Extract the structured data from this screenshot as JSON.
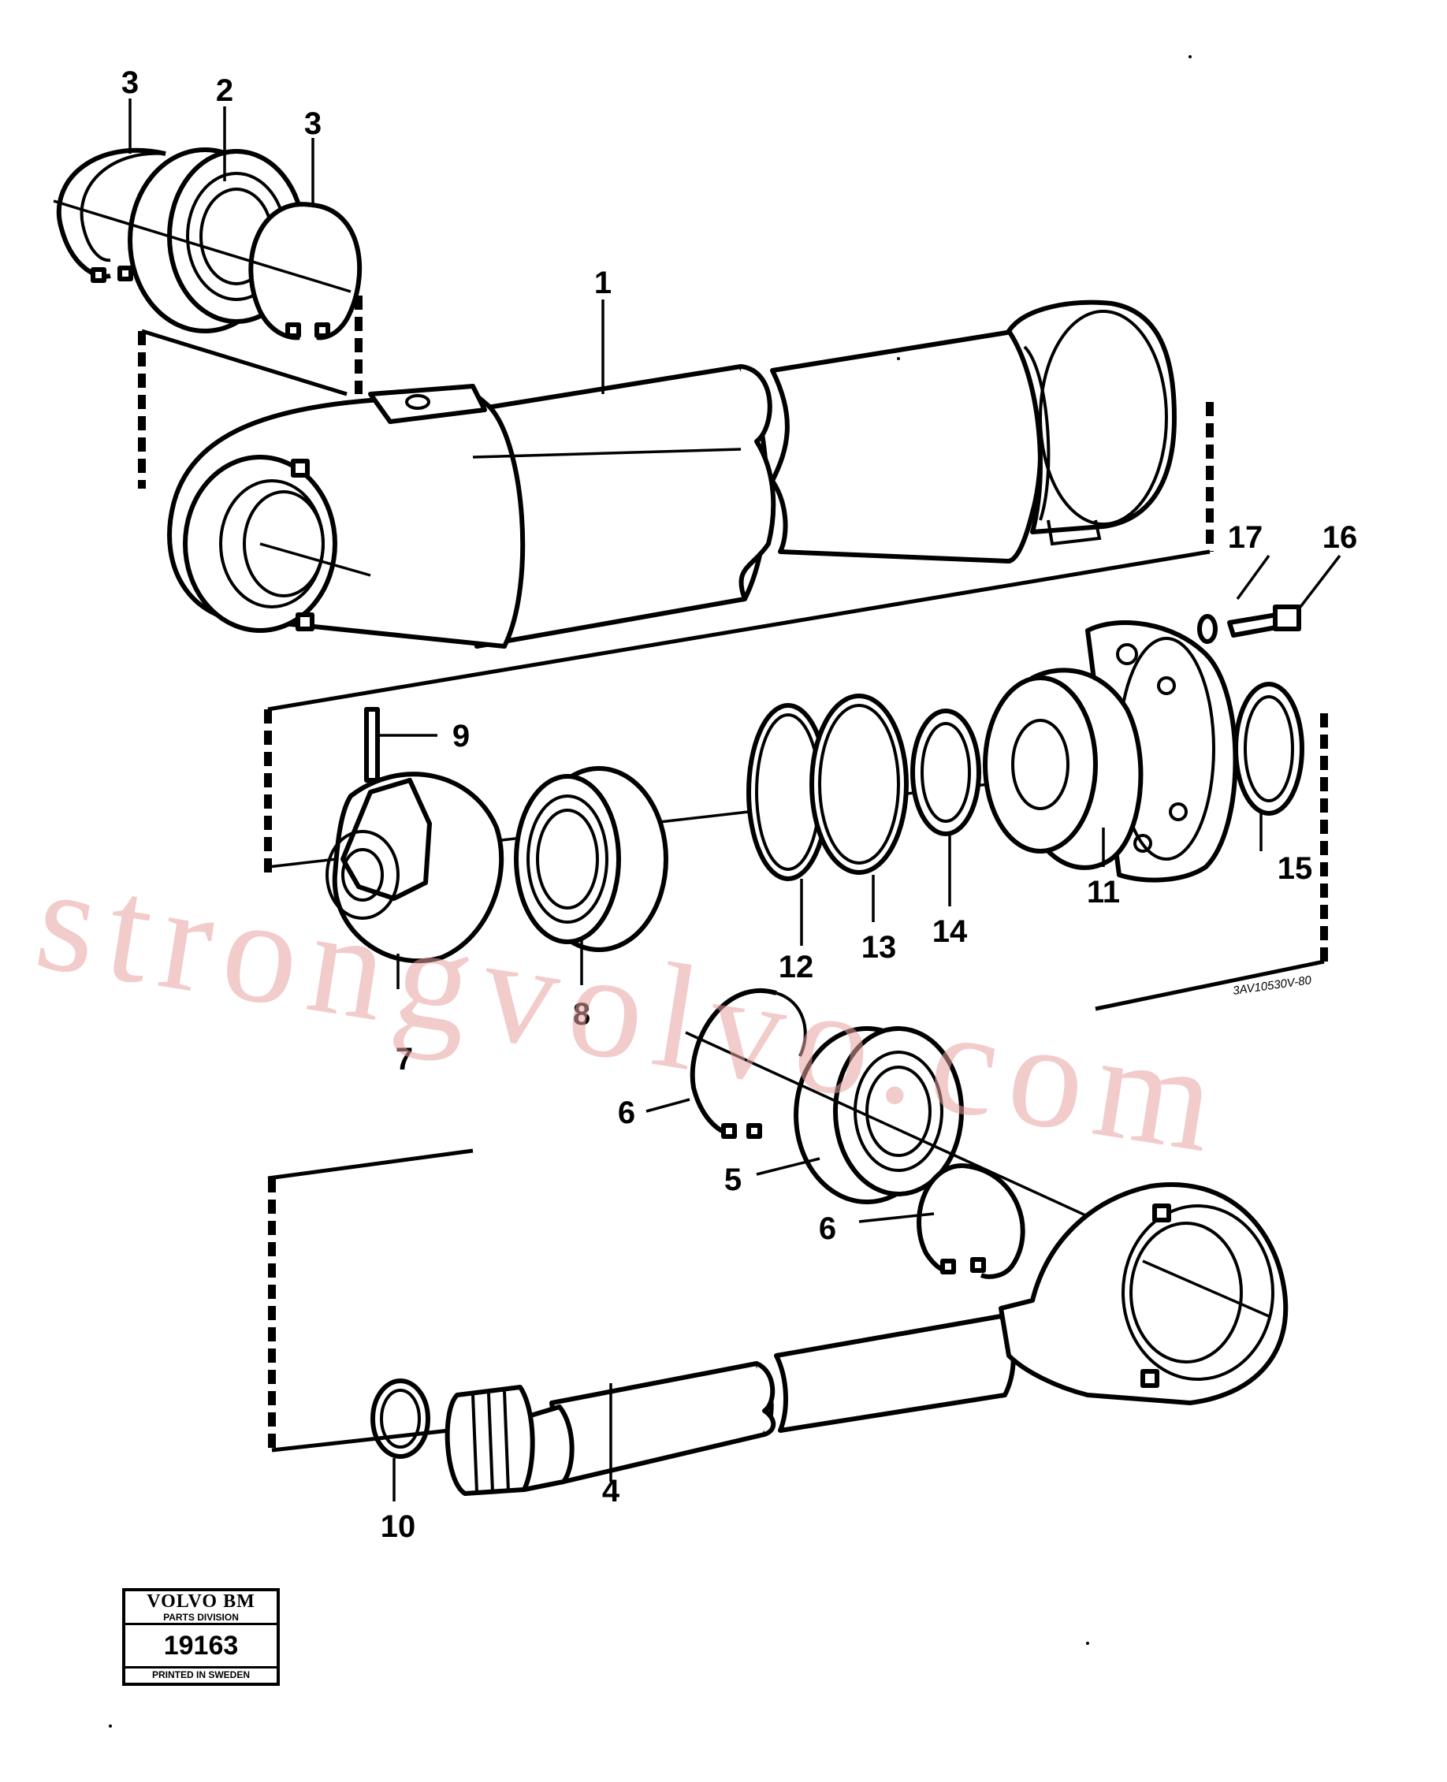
{
  "callouts": {
    "c1": "1",
    "c2": "2",
    "c3a": "3",
    "c3b": "3",
    "c4": "4",
    "c5": "5",
    "c6a": "6",
    "c6b": "6",
    "c7": "7",
    "c8": "8",
    "c9": "9",
    "c10": "10",
    "c11": "11",
    "c12": "12",
    "c13": "13",
    "c14": "14",
    "c15": "15",
    "c16": "16",
    "c17": "17"
  },
  "drawing_ref": "3AV10530V-80",
  "watermark": "strongvolvo.com",
  "stamp": {
    "brand": "VOLVO BM",
    "division": "PARTS DIVISION",
    "number": "19163",
    "footer": "PRINTED IN SWEDEN"
  },
  "colors": {
    "line": "#000000",
    "watermark": "#e8a0a0",
    "background": "#ffffff"
  }
}
